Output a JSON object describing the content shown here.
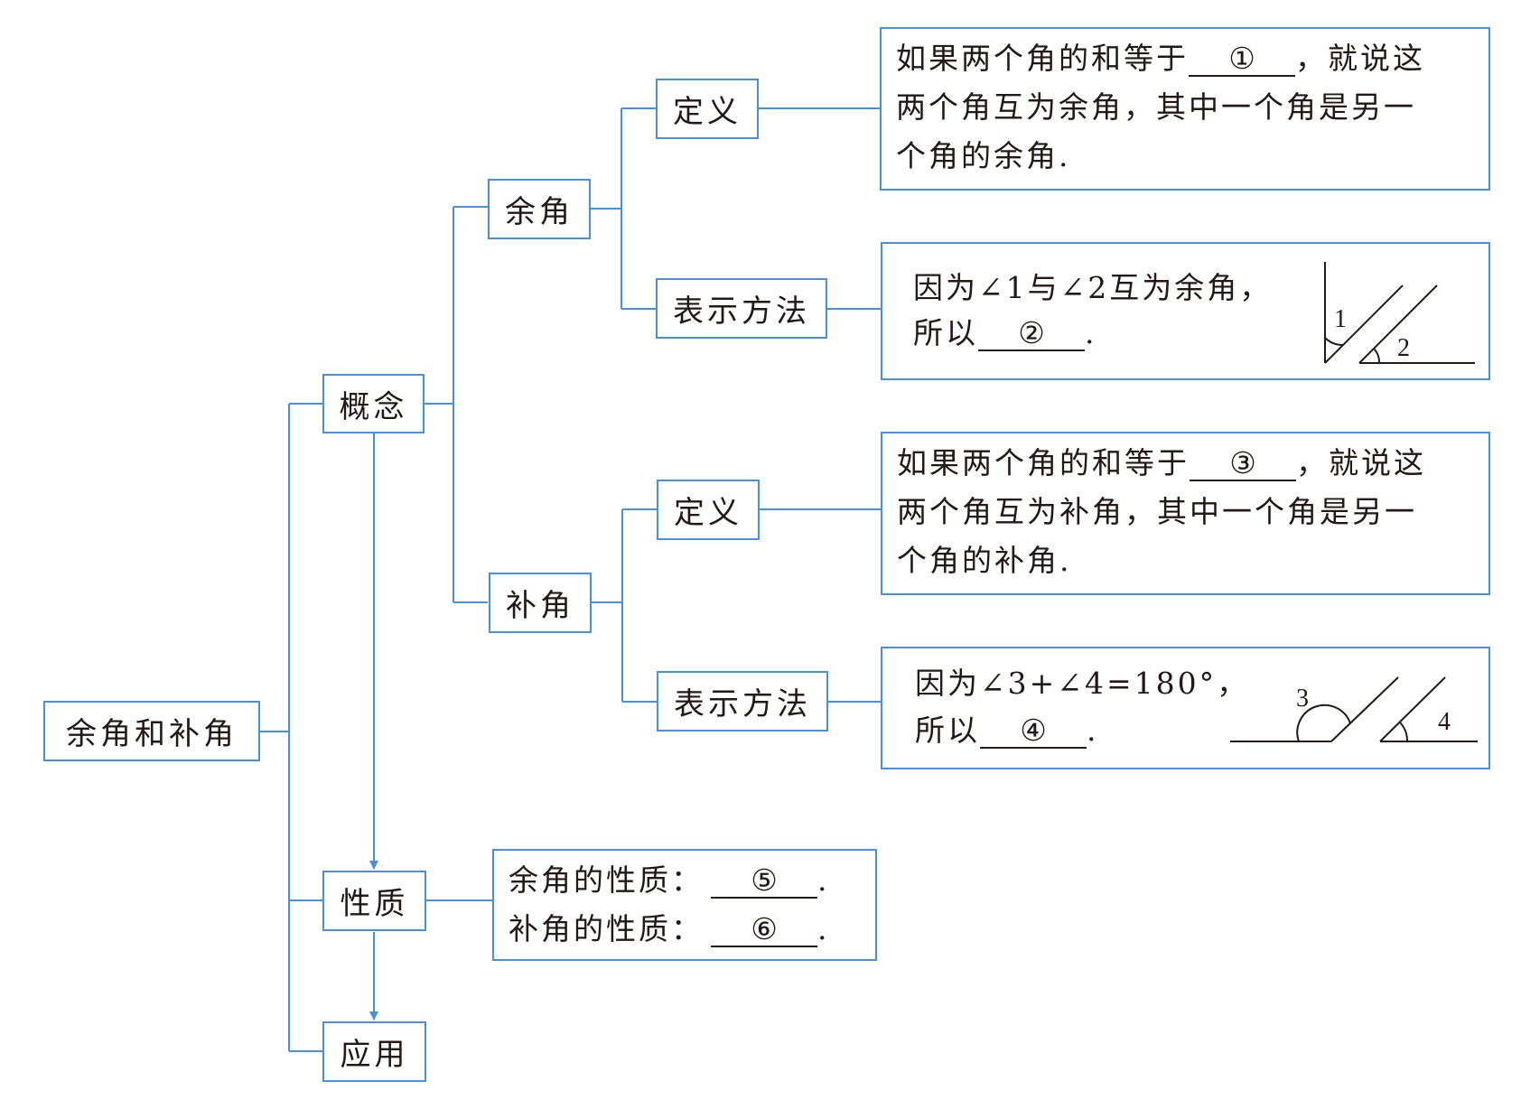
{
  "root": "余角和补角",
  "concept": {
    "label": "概念",
    "complementary": {
      "label": "余角",
      "definition": {
        "label": "定义",
        "line1_pre": "如果两个角的和等于",
        "blank": "①",
        "line1_post": "，就说这",
        "line2": "两个角互为余角，其中一个角是另一",
        "line3": "个角的余角."
      },
      "notation": {
        "label": "表示方法",
        "line1": "因为∠1与∠2互为余角，",
        "line2_pre": "所以",
        "blank": "②",
        "line2_post": ".",
        "angle_labels": [
          "1",
          "2"
        ]
      }
    },
    "supplementary": {
      "label": "补角",
      "definition": {
        "label": "定义",
        "line1_pre": "如果两个角的和等于",
        "blank": "③",
        "line1_post": "，就说这",
        "line2": "两个角互为补角，其中一个角是另一",
        "line3": "个角的补角."
      },
      "notation": {
        "label": "表示方法",
        "line1": "因为∠3+∠4=180°，",
        "line2_pre": "所以",
        "blank": "④",
        "line2_post": ".",
        "angle_labels": [
          "3",
          "4"
        ]
      }
    }
  },
  "properties": {
    "label": "性质",
    "comp_pre": "余角的性质：",
    "comp_blank": "⑤",
    "comp_post": ".",
    "supp_pre": "补角的性质：",
    "supp_blank": "⑥",
    "supp_post": "."
  },
  "application": {
    "label": "应用"
  },
  "colors": {
    "line": "#4a90d9",
    "text": "#231815"
  }
}
